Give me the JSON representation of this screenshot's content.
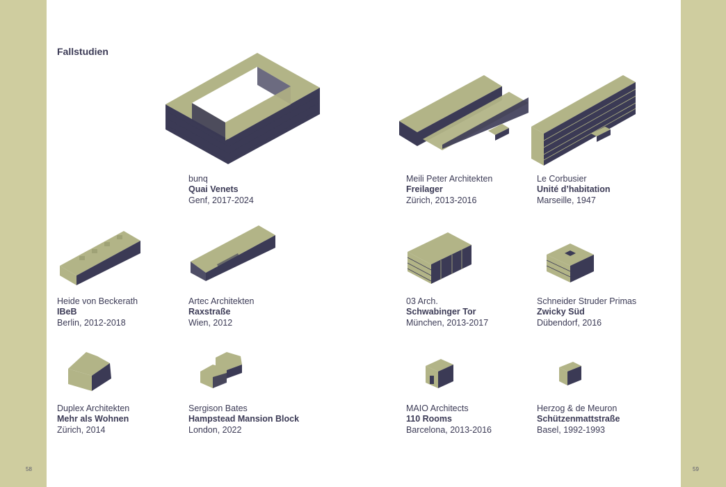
{
  "heading": "Fallstudien",
  "page_numbers": {
    "left": "58",
    "right": "59"
  },
  "case_studies": [
    {
      "architect": "bunq",
      "name": "Quai Venets",
      "place": "Genf, 2017-2024",
      "icon": "perimeter-block-icon"
    },
    {
      "architect": "Meili Peter Architekten",
      "name": "Freilager",
      "place": "Zürich, 2013-2016",
      "icon": "double-slab-icon"
    },
    {
      "architect": "Le Corbusier",
      "name": "Unité d’habitation",
      "place": "Marseille, 1947",
      "icon": "long-slab-icon"
    },
    {
      "architect": "Heide von Beckerath",
      "name": "IBeB",
      "place": "Berlin, 2012-2018",
      "icon": "stepped-bar-icon"
    },
    {
      "architect": "Artec Architekten",
      "name": "Raxstraße",
      "place": "Wien, 2012",
      "icon": "wedge-bar-icon"
    },
    {
      "architect": "03 Arch.",
      "name": "Schwabinger Tor",
      "place": "München, 2013-2017",
      "icon": "block-icon"
    },
    {
      "architect": "Schneider Struder Primas",
      "name": "Zwicky Süd",
      "place": "Dübendorf, 2016",
      "icon": "courtyard-cube-icon"
    },
    {
      "architect": "Duplex Architekten",
      "name": "Mehr als Wohnen",
      "place": "Zürich, 2014",
      "icon": "irregular-block-icon"
    },
    {
      "architect": "Sergison Bates",
      "name": "Hampstead Mansion Block",
      "place": "London, 2022",
      "icon": "mansion-cluster-icon"
    },
    {
      "architect": "MAIO Architects",
      "name": "110 Rooms",
      "place": "Barcelona, 2013-2016",
      "icon": "small-block-icon"
    },
    {
      "architect": "Herzog & de Meuron",
      "name": "Schützenmattstraße",
      "place": "Basel, 1992-1993",
      "icon": "narrow-tower-icon"
    }
  ],
  "colors": {
    "background": "#cfcd9f",
    "building_top": "#b2b487",
    "building_side": "#3b3a55",
    "text": "#3b3a55"
  }
}
